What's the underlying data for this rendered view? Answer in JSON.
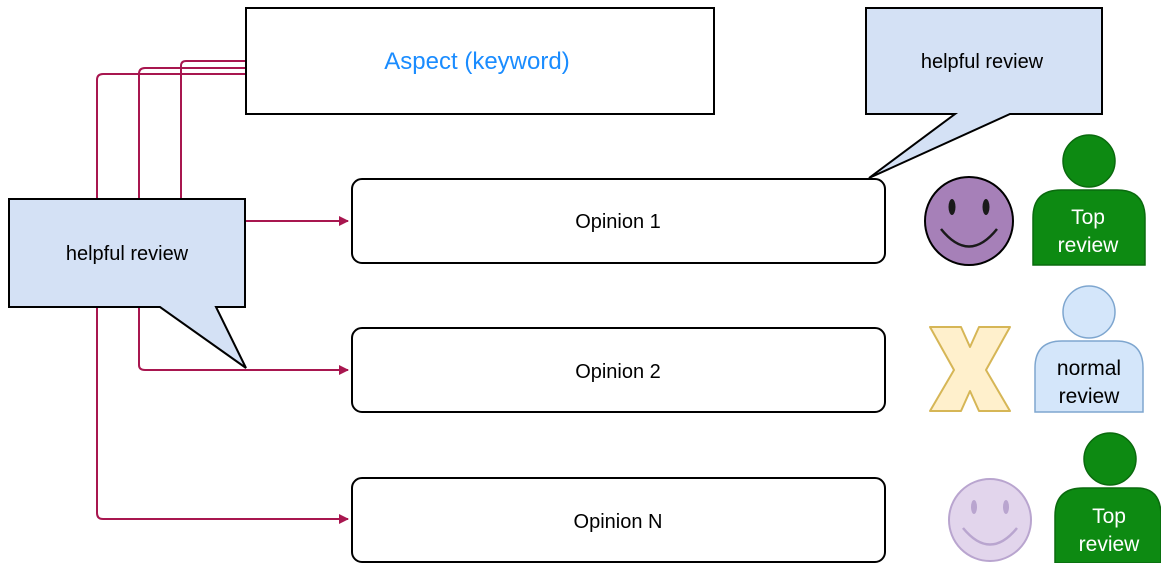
{
  "aspect": {
    "label": "Aspect (keyword)",
    "color": "#1a8cff"
  },
  "callouts": [
    {
      "id": "top-right",
      "label": "helpful review"
    },
    {
      "id": "left",
      "label": "helpful review"
    }
  ],
  "opinions": [
    {
      "label": "Opinion 1",
      "sentiment": "smiley-icon-purple",
      "reviewer": {
        "kind": "top",
        "label_lines": [
          "Top",
          "review"
        ]
      }
    },
    {
      "label": "Opinion 2",
      "sentiment": "x-mark-icon",
      "reviewer": {
        "kind": "normal",
        "label_lines": [
          "normal",
          "review"
        ]
      }
    },
    {
      "label": "Opinion N",
      "sentiment": "smiley-icon-light",
      "reviewer": {
        "kind": "top",
        "label_lines": [
          "Top",
          "review"
        ]
      }
    }
  ],
  "colors": {
    "connector": "#a8164f",
    "callout_fill": "#d4e1f5",
    "top_reviewer_fill": "#0d8a12",
    "normal_reviewer_fill": "#d4e6fa",
    "normal_reviewer_stroke": "#7ea6cf",
    "smiley_dark_fill": "#a680b8",
    "smiley_light_fill": "#e2d5ec",
    "x_mark_fill": "#fff0cc",
    "x_mark_stroke": "#d6b656"
  }
}
